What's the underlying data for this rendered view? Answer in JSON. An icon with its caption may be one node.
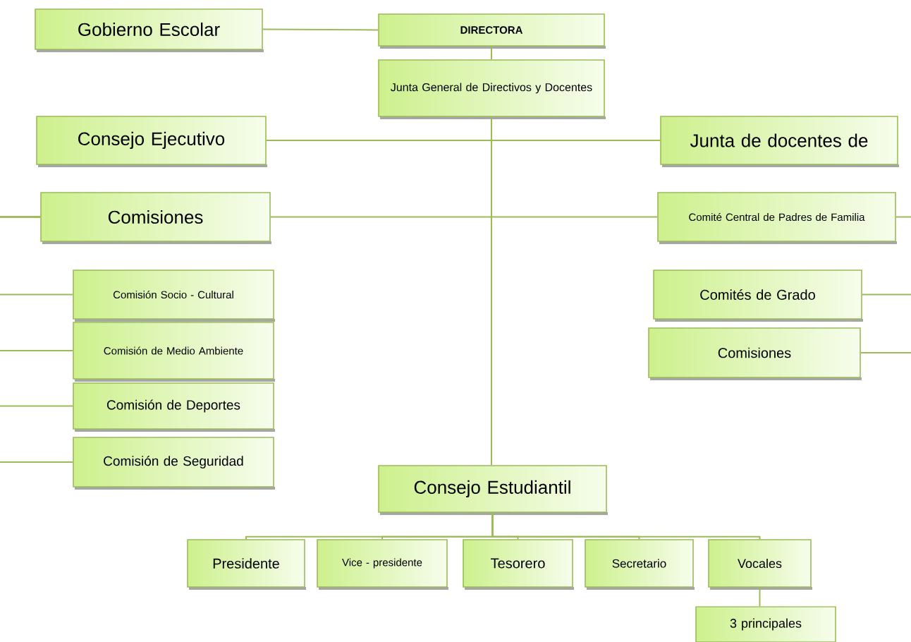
{
  "diagram": {
    "nodes": [
      {
        "text": [
          "Gobierno Escolar"
        ]
      },
      {
        "text": [
          "DIRECTORA"
        ]
      },
      {
        "text": [
          "Junta General de Directivos y Docentes"
        ]
      },
      {
        "text": [
          "Consejo Ejecutivo"
        ]
      },
      {
        "text": [
          "Junta de docentes de"
        ]
      },
      {
        "text": [
          "Comisiones"
        ]
      },
      {
        "text": [
          "Comité Central de Padres de Familia"
        ]
      },
      {
        "text": [
          "Comisión Socio -  Cultural"
        ]
      },
      {
        "text": [
          "Comisión de Medio Ambiente"
        ]
      },
      {
        "text": [
          "Comisión de Deportes"
        ]
      },
      {
        "text": [
          "Comisión de Seguridad"
        ]
      },
      {
        "text": [
          "Comités de Grado"
        ]
      },
      {
        "text": [
          "Comisiones"
        ]
      },
      {
        "text": [
          "Consejo Estudiantil"
        ]
      },
      {
        "text": [
          "Presidente"
        ]
      },
      {
        "text": [
          "Vice - presidente"
        ]
      },
      {
        "text": [
          "Tesorero"
        ]
      },
      {
        "text": [
          "Secretario"
        ]
      },
      {
        "text": [
          "Vocales"
        ]
      },
      {
        "text": [
          "3 principales"
        ]
      }
    ],
    "edges": [
      {
        "from": 0,
        "to": 1,
        "arrow": "none"
      },
      {
        "from": 1,
        "to": 2,
        "arrow": "none"
      },
      {
        "from": 2,
        "to": 3,
        "arrow": "none"
      },
      {
        "from": 2,
        "to": 4,
        "arrow": "none"
      },
      {
        "from": 2,
        "to": 5,
        "arrow": "none"
      },
      {
        "from": 2,
        "to": 6,
        "arrow": "none"
      },
      {
        "from": 2,
        "to": 13,
        "arrow": "none"
      },
      {
        "from": 5,
        "to": 7,
        "arrow": "none"
      },
      {
        "from": 5,
        "to": 8,
        "arrow": "none"
      },
      {
        "from": 5,
        "to": 9,
        "arrow": "none"
      },
      {
        "from": 5,
        "to": 10,
        "arrow": "none"
      },
      {
        "from": 13,
        "to": 14,
        "arrow": "none"
      },
      {
        "from": 13,
        "to": 15,
        "arrow": "none"
      },
      {
        "from": 13,
        "to": 16,
        "arrow": "none"
      },
      {
        "from": 13,
        "to": 17,
        "arrow": "none"
      },
      {
        "from": 13,
        "to": 18,
        "arrow": "none"
      },
      {
        "from": 18,
        "to": 19,
        "arrow": "none"
      },
      {
        "from": 6,
        "to": null,
        "arrow": "none"
      },
      {
        "from": 11,
        "to": null,
        "arrow": "none"
      },
      {
        "from": 12,
        "to": null,
        "arrow": "none"
      }
    ]
  }
}
